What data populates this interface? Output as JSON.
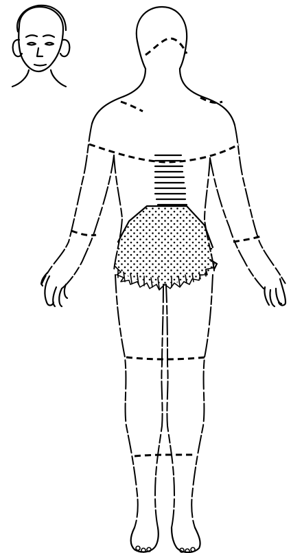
{
  "figure": {
    "type": "posterior body chart (lichtenberg-style burn/lesion map)",
    "view": "back",
    "regions": [
      {
        "id": "face-inset",
        "style": "outline"
      },
      {
        "id": "neck-band",
        "style": "dashed boundary"
      },
      {
        "id": "upper-back",
        "style": "dashed boundary"
      },
      {
        "id": "mid-back",
        "style": "horizontal hatching"
      },
      {
        "id": "lower-back-buttocks",
        "style": "dotted fill"
      },
      {
        "id": "buttock-fold",
        "style": "irregular fringe"
      },
      {
        "id": "thighs",
        "style": "dashed boundary"
      },
      {
        "id": "calves",
        "style": "dashed boundary"
      },
      {
        "id": "forearms",
        "style": "dashed boundary"
      }
    ],
    "colors": {
      "ink": "#000000",
      "paper": "#ffffff"
    }
  }
}
